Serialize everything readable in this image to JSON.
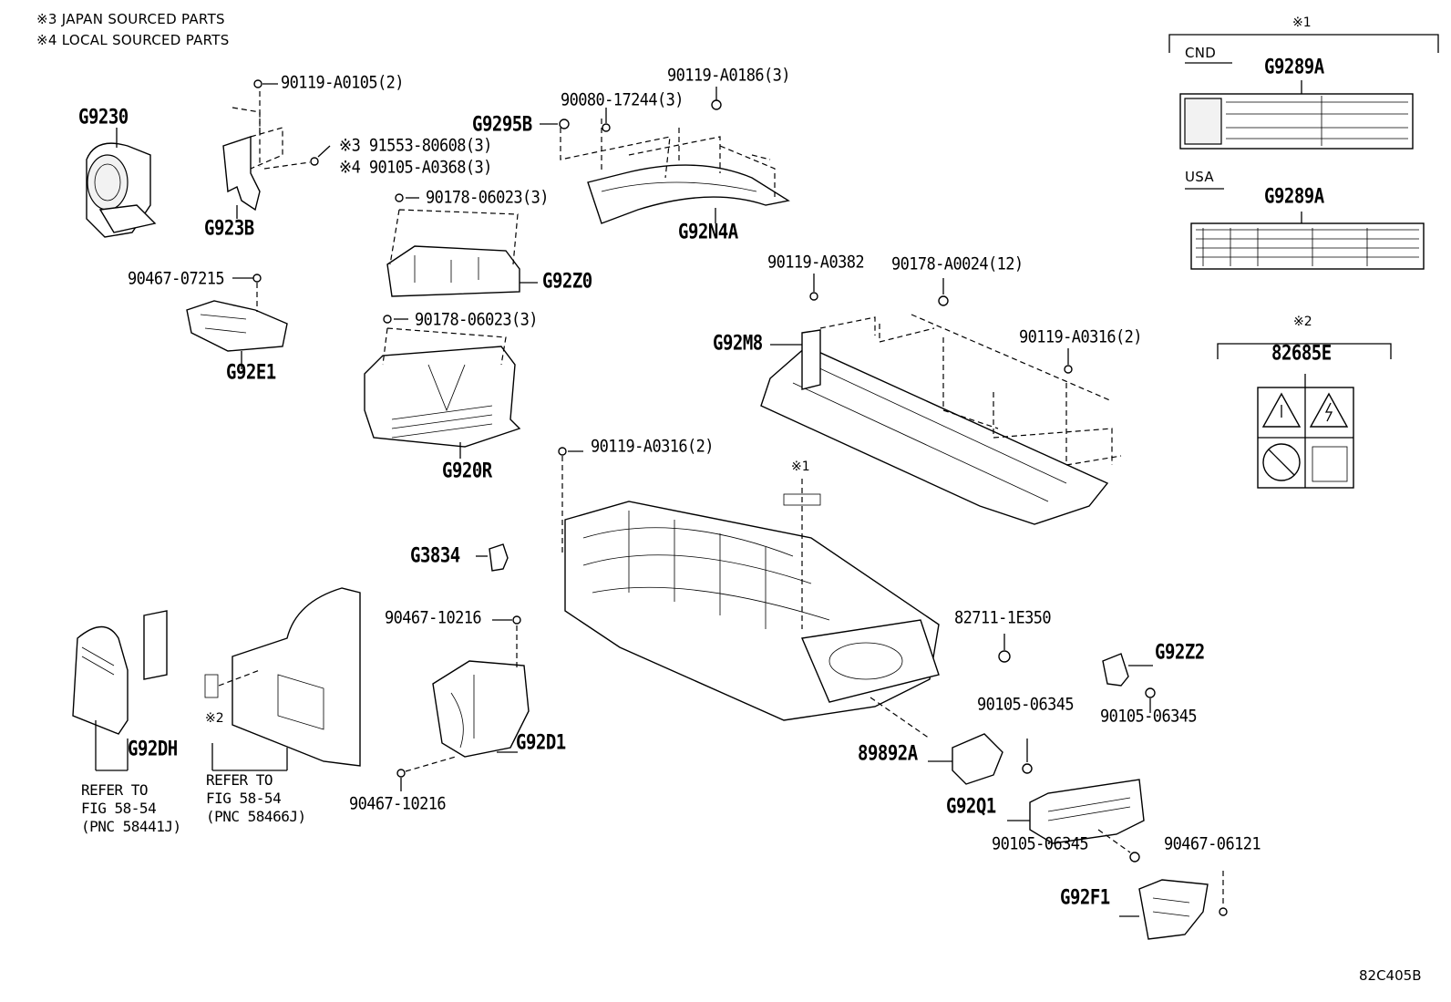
{
  "notes": {
    "japan": "※3 JAPAN SOURCED PARTS",
    "local": "※4 LOCAL SOURCED PARTS"
  },
  "labels": {
    "g9230": "G9230",
    "g923b": "G923B",
    "b_90119_a0105": "90119-A0105(2)",
    "b_91553": "※3 91553-80608(3)",
    "b_90105_a0368": "※4 90105-A0368(3)",
    "b_90467_07215": "90467-07215",
    "g92e1": "G92E1",
    "b_90178_06023_a": "90178-06023(3)",
    "g92z0": "G92Z0",
    "b_90178_06023_b": "90178-06023(3)",
    "g920r": "G920R",
    "g9295b": "G9295B",
    "b_90080_17244": "90080-17244(3)",
    "b_90119_a0186": "90119-A0186(3)",
    "g92n4a": "G92N4A",
    "b_90119_a0382": "90119-A0382",
    "b_90178_a0024": "90178-A0024(12)",
    "g92m8": "G92M8",
    "b_90119_a0316_a": "90119-A0316(2)",
    "b_90119_a0316_b": "90119-A0316(2)",
    "mark1_center": "※1",
    "g3834": "G3834",
    "b_90467_10216_a": "90467-10216",
    "g92d1": "G92D1",
    "b_90467_10216_b": "90467-10216",
    "b_82711": "82711-1E350",
    "g92z2": "G92Z2",
    "b_90105_06345_a": "90105-06345",
    "b_90105_06345_b": "90105-06345",
    "p89892a": "89892A",
    "g92q1": "G92Q1",
    "b_90105_06345_c": "90105-06345",
    "b_90467_06121": "90467-06121",
    "g92f1": "G92F1",
    "g92dh": "G92DH",
    "mark2_left": "※2",
    "ref_left": "REFER TO\nFIG 58-54\n(PNC 58441J)",
    "ref_right": "REFER TO\nFIG 58-54\n(PNC 58466J)"
  },
  "right_panel": {
    "mark1": "※1",
    "cnd": "CND",
    "cnd_part": "G9289A",
    "usa": "USA",
    "usa_part": "G9289A",
    "mark2": "※2",
    "warning_part": "82685E"
  },
  "figure_code": "82C405B"
}
